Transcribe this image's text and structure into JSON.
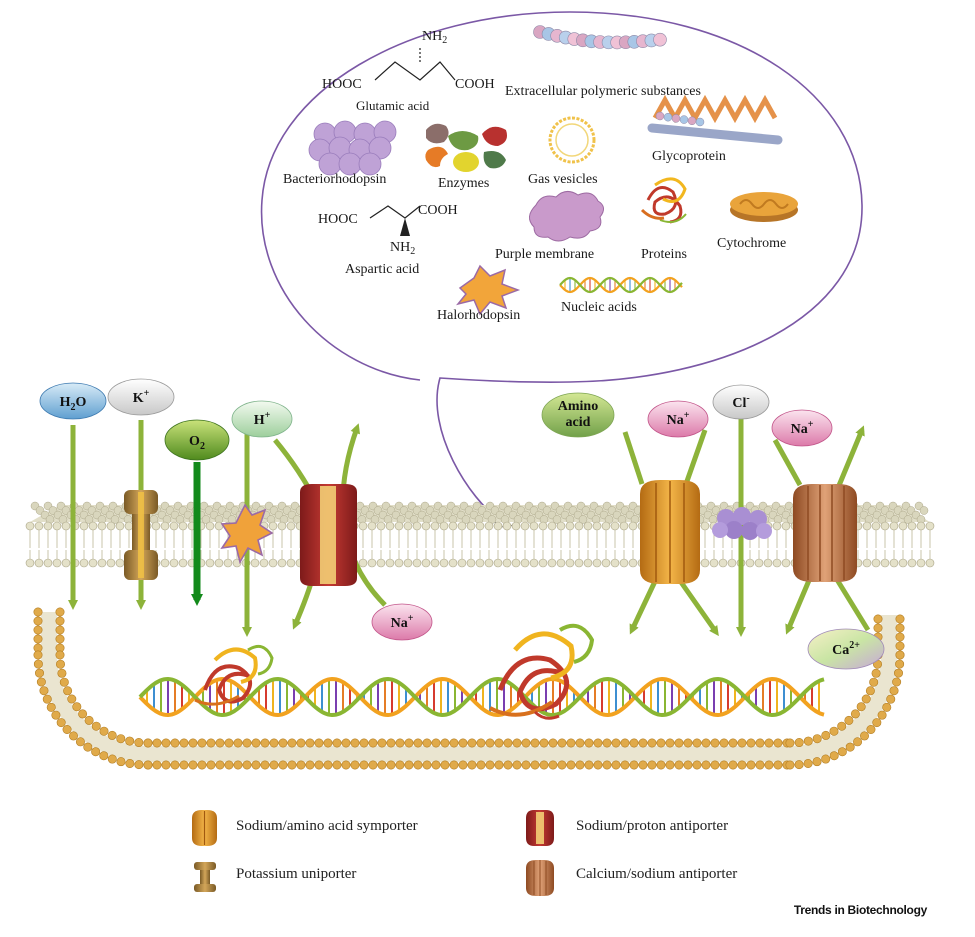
{
  "bubble": {
    "items": {
      "glutamic_acid": "Glutamic acid",
      "glutamic_formula_nh2": "NH",
      "glutamic_formula_hooc": "HOOC",
      "glutamic_formula_cooh": "COOH",
      "eps": "Extracellular polymeric substances",
      "bacteriorhodopsin": "Bacteriorhodopsin",
      "enzymes": "Enzymes",
      "gas_vesicles": "Gas vesicles",
      "glycoprotein": "Glycoprotein",
      "aspartic_acid": "Aspartic acid",
      "aspartic_formula_hooc": "HOOC",
      "aspartic_formula_cooh": "COOH",
      "aspartic_formula_nh2": "NH",
      "purple_membrane": "Purple membrane",
      "proteins": "Proteins",
      "cytochrome": "Cytochrome",
      "halorhodopsin": "Halorhodopsin",
      "nucleic_acids": "Nucleic acids"
    }
  },
  "ions": {
    "h2o": "H",
    "h2o_sub": "2",
    "h2o_o": "O",
    "k": "K",
    "k_sup": "+",
    "o2": "O",
    "o2_sub": "2",
    "h": "H",
    "h_sup": "+",
    "amino_line1": "Amino",
    "amino_line2": "acid",
    "na1": "Na",
    "na1_sup": "+",
    "cl": "Cl",
    "cl_sup": "-",
    "na2": "Na",
    "na2_sup": "+",
    "na_inside": "Na",
    "na_inside_sup": "+",
    "ca": "Ca",
    "ca_sup": "2+"
  },
  "legend": {
    "symporter": "Sodium/amino acid symporter",
    "uniporter": "Potassium uniporter",
    "proton_antiporter": "Sodium/proton antiporter",
    "calcium_antiporter": "Calcium/sodium antiporter"
  },
  "credit": "Trends in Biotechnology",
  "colors": {
    "arrow": "#8db33a",
    "o2_arrow": "#138a1b",
    "lipid_head": "#e0aa4a",
    "membrane_head": "#d8d4b8",
    "bubble_stroke": "#7b58a6"
  }
}
